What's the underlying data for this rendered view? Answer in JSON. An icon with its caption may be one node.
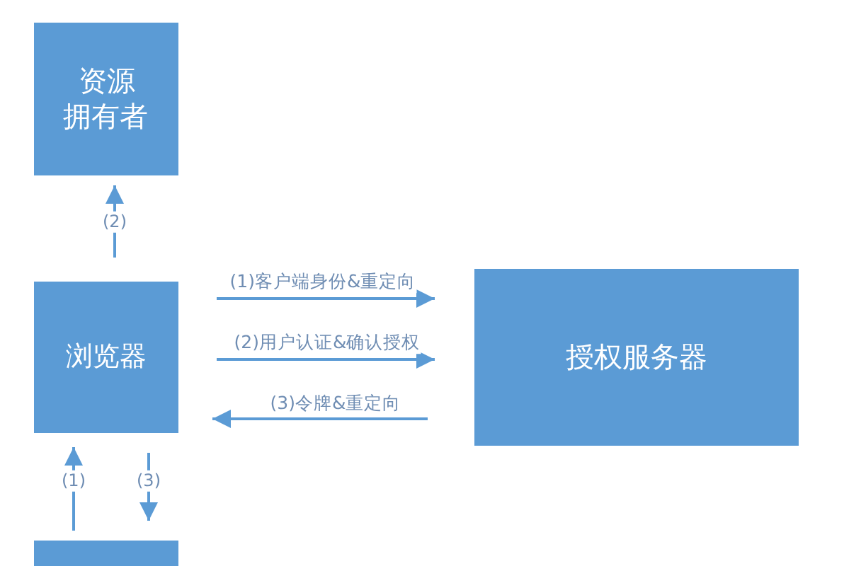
{
  "diagram": {
    "nodes": [
      {
        "text": [
          "资源拥有者"
        ]
      },
      {
        "text": [
          "浏览器"
        ]
      },
      {
        "text": [
          "授权服务器"
        ]
      },
      {
        "text": [],
        "shape": "box"
      }
    ],
    "edges": [
      {
        "from": 1,
        "to": 0,
        "arrow": "to",
        "label": "(2)"
      },
      {
        "from": 1,
        "to": 2,
        "arrow": "to",
        "label": "(1)客户端身份&重定向"
      },
      {
        "from": 1,
        "to": 2,
        "arrow": "to",
        "label": "(2)用户认证&确认授权"
      },
      {
        "from": 2,
        "to": 1,
        "arrow": "to",
        "label": "(3)令牌&重定向"
      },
      {
        "from": 3,
        "to": 1,
        "arrow": "to",
        "label": "(1)"
      },
      {
        "from": 1,
        "to": 3,
        "arrow": "to",
        "label": "(3)"
      }
    ]
  }
}
